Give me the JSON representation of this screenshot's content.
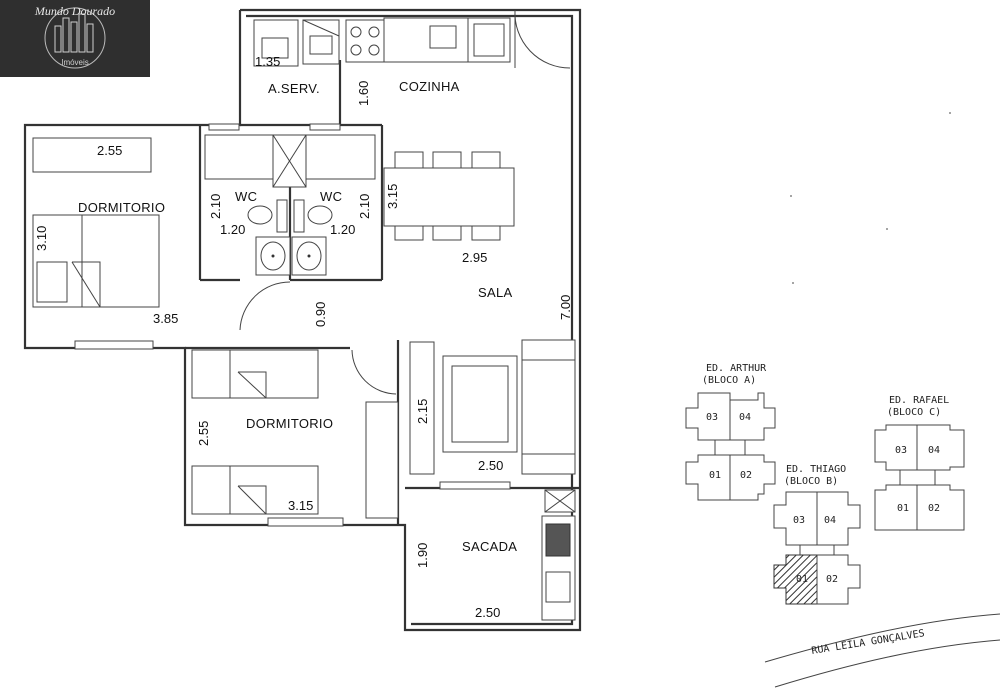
{
  "logo": {
    "name": "Mundo Dourado",
    "sub": "Imóveis"
  },
  "rooms": {
    "a_serv": "A.SERV.",
    "cozinha": "COZINHA",
    "dorm1": "DORMITORIO",
    "wc1": "WC",
    "wc2": "WC",
    "sala": "SALA",
    "dorm2": "DORMITORIO",
    "sacada": "SACADA"
  },
  "dims": {
    "d135": "1.35",
    "d160": "1.60",
    "d255a": "2.55",
    "d310": "3.10",
    "d385": "3.85",
    "d210a": "2.10",
    "d210b": "2.10",
    "d120a": "1.20",
    "d120b": "1.20",
    "d315a": "3.15",
    "d295": "2.95",
    "d090": "0.90",
    "d700": "7.00",
    "d255b": "2.55",
    "d315b": "3.15",
    "d215": "2.15",
    "d250a": "2.50",
    "d190": "1.90",
    "d250b": "2.50"
  },
  "site": {
    "arthur_name": "ED. ARTHUR",
    "arthur_bloco": "(BLOCO A)",
    "thiago_name": "ED. THIAGO",
    "thiago_bloco": "(BLOCO B)",
    "rafael_name": "ED. RAFAEL",
    "rafael_bloco": "(BLOCO C)",
    "u03": "03",
    "u04": "04",
    "u01": "01",
    "u02": "02",
    "street": "RUA LEILA GONÇALVES"
  }
}
